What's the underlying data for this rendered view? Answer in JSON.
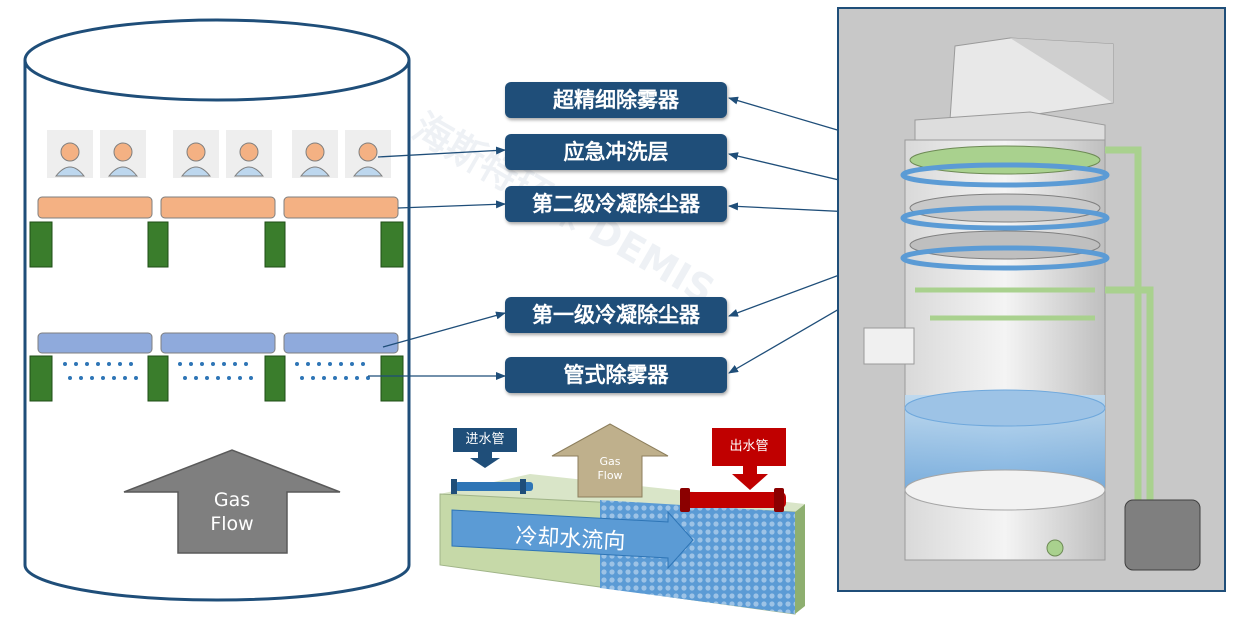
{
  "labels": [
    {
      "id": "ultra-fine-demister",
      "text": "超精细除雾器"
    },
    {
      "id": "emergency-flush-layer",
      "text": "应急冲洗层"
    },
    {
      "id": "second-stage-condenser",
      "text": "第二级冷凝除尘器"
    },
    {
      "id": "first-stage-condenser",
      "text": "第一级冷凝除尘器"
    },
    {
      "id": "tube-demister",
      "text": "管式除雾器"
    }
  ],
  "gas_flow_main": {
    "line1": "Gas",
    "line2": "Flow"
  },
  "module": {
    "inlet_label": "进水管",
    "outlet_label": "出水管",
    "gas_flow": {
      "line1": "Gas",
      "line2": "Flow"
    },
    "cooling_direction": "冷却水流向"
  },
  "watermark": {
    "text": "海斯特环保 DEMIS"
  },
  "colors": {
    "label_bg": "#1f4e79",
    "tray_orange": "#f4b183",
    "tray_blue": "#8faadc",
    "support_green": "#3a7d2c",
    "inlet_blue": "#2e75b6",
    "outlet_red": "#c00000",
    "water_blue": "#9dc3e6"
  }
}
